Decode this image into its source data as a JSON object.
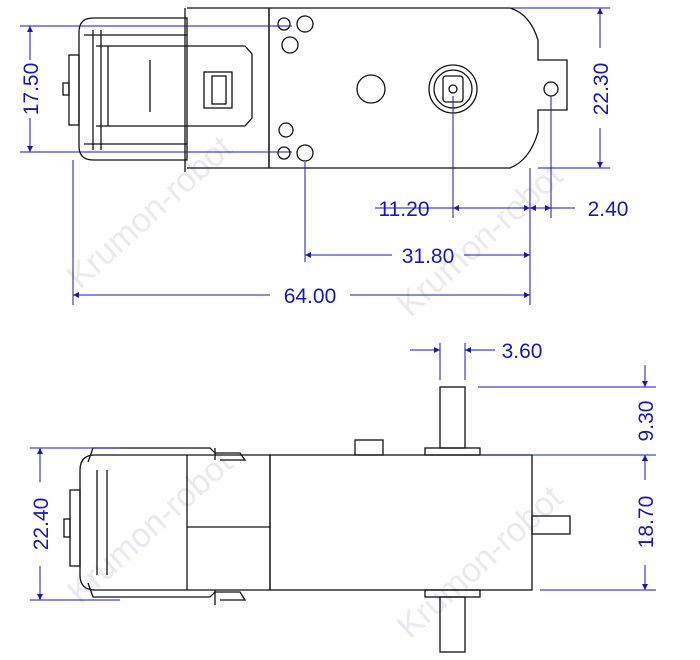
{
  "watermark": "Krumon-robot",
  "colors": {
    "outline": "#111111",
    "dimension": "#1a1aa8",
    "watermark": "#e9e9ef"
  },
  "top_view": {
    "dims": {
      "height_17_50": "17.50",
      "height_22_30": "22.30",
      "width_11_20": "11.20",
      "width_2_40": "2.40",
      "width_31_80": "31.80",
      "length_64_00": "64.00"
    }
  },
  "side_view": {
    "dims": {
      "shaft_3_60": "3.60",
      "shaft_9_30": "9.30",
      "body_18_70": "18.70",
      "motor_22_40": "22.40"
    }
  }
}
